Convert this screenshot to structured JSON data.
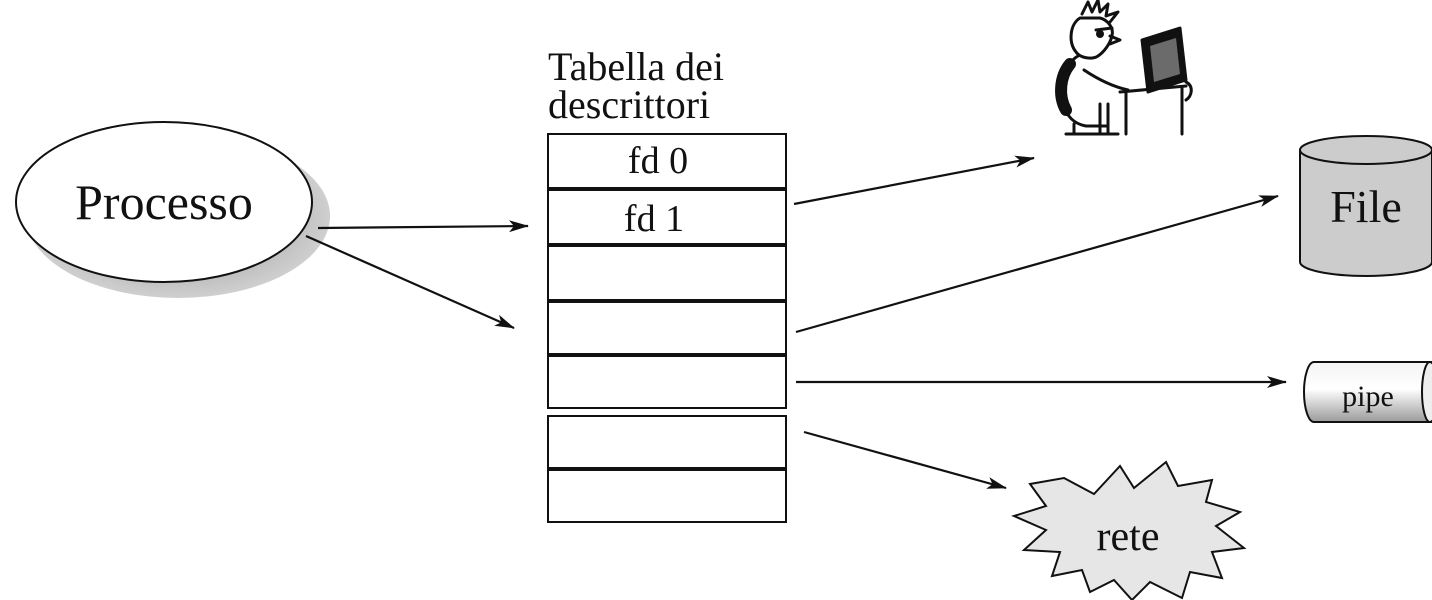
{
  "process": {
    "label": "Processo"
  },
  "table": {
    "title_line1": "Tabella dei",
    "title_line2": "descrittori",
    "slots": [
      "fd 0",
      "fd 1",
      "",
      "",
      "",
      "",
      ""
    ]
  },
  "targets": {
    "file_label": "File",
    "pipe_label": "pipe",
    "network_label": "rete",
    "terminal_icon": "user-at-computer-icon"
  }
}
